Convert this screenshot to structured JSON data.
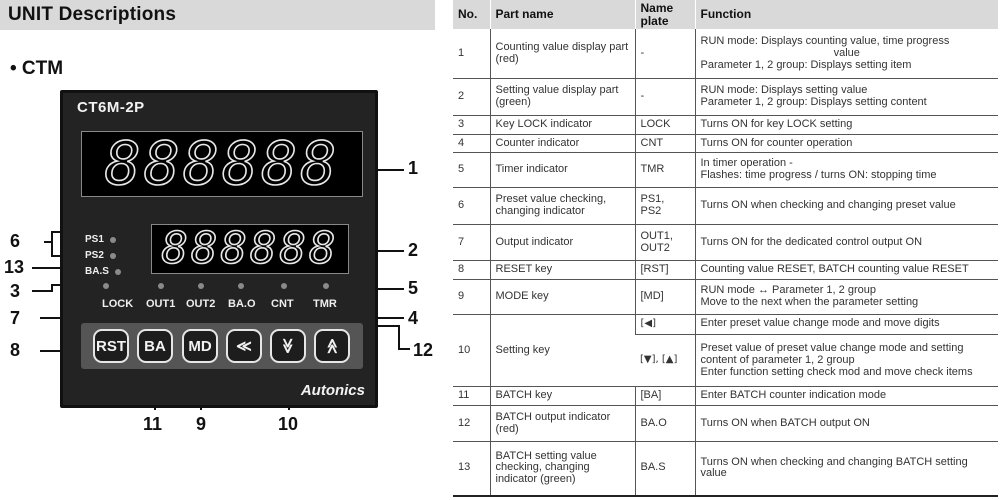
{
  "header": {
    "title": "UNIT Descriptions"
  },
  "left": {
    "heading": "• CTM",
    "model": "CT6M-2P",
    "display_top": "888888",
    "display_bottom": "888888",
    "side_indicators": [
      "PS1",
      "PS2",
      "BA.S"
    ],
    "bottom_indicators": [
      "LOCK",
      "OUT1",
      "OUT2",
      "BA.O",
      "CNT",
      "TMR"
    ],
    "keys": {
      "rst": "RST",
      "ba": "BA",
      "md": "MD",
      "left": "≪",
      "down": "≫",
      "up": "≫"
    },
    "brand": "Autonics",
    "callouts": {
      "c1": "1",
      "c2": "2",
      "c3": "3",
      "c4": "4",
      "c5": "5",
      "c6": "6",
      "c7": "7",
      "c8": "8",
      "c9": "9",
      "c10": "10",
      "c11": "11",
      "c12": "12",
      "c13": "13"
    }
  },
  "table": {
    "headers": {
      "no": "No.",
      "part": "Part name",
      "plate": "Name plate",
      "function": "Function"
    },
    "rows": [
      {
        "no": "1",
        "part": "Counting value display part (red)",
        "plate": "-",
        "f1": "RUN mode: Displays counting value, time progress",
        "f2": "value",
        "f3": "Parameter 1, 2 group: Displays setting item"
      },
      {
        "no": "2",
        "part": "Setting value display part (green)",
        "plate": "-",
        "f1": "RUN mode: Displays setting value",
        "f2": "Parameter 1, 2 group: Displays setting content"
      },
      {
        "no": "3",
        "part": "Key LOCK indicator",
        "plate": "LOCK",
        "f1": "Turns ON for key LOCK setting"
      },
      {
        "no": "4",
        "part": "Counter indicator",
        "plate": "CNT",
        "f1": "Turns ON for counter operation"
      },
      {
        "no": "5",
        "part": "Timer indicator",
        "plate": "TMR",
        "f1": "In timer operation -",
        "f2": "Flashes: time progress / turns ON: stopping time"
      },
      {
        "no": "6",
        "part": "Preset value checking, changing indicator",
        "plate1": "PS1,",
        "plate2": "PS2",
        "f1": "Turns ON when checking and changing preset value"
      },
      {
        "no": "7",
        "part": "Output indicator",
        "plate1": "OUT1,",
        "plate2": "OUT2",
        "f1": "Turns ON for the dedicated control output ON"
      },
      {
        "no": "8",
        "part": "RESET key",
        "plate": "[RST]",
        "f1": "Counting value RESET, BATCH counting value RESET"
      },
      {
        "no": "9",
        "part": "MODE key",
        "plate": "[MD]",
        "f1": "RUN mode ↔ Parameter 1, 2 group",
        "f2": "Move to the next when the parameter setting"
      },
      {
        "no": "10",
        "part": "Setting key",
        "plate_a": "[◀]",
        "f_a": "Enter preset value change mode and move digits",
        "plate_b": "[▼], [▲]",
        "f_b1": "Preset value of preset value change mode and setting",
        "f_b2": "content of parameter 1, 2 group",
        "f_b3": "Enter function setting check mod and move check items"
      },
      {
        "no": "11",
        "part": "BATCH key",
        "plate": "[BA]",
        "f1": "Enter BATCH counter indication mode"
      },
      {
        "no": "12",
        "part": "BATCH output indicator (red)",
        "plate": "BA.O",
        "f1": "Turns ON when BATCH output ON"
      },
      {
        "no": "13",
        "part": "BATCH setting value checking, changing indicator (green)",
        "plate": "BA.S",
        "f1": "Turns ON when checking and changing BATCH setting value"
      }
    ]
  }
}
